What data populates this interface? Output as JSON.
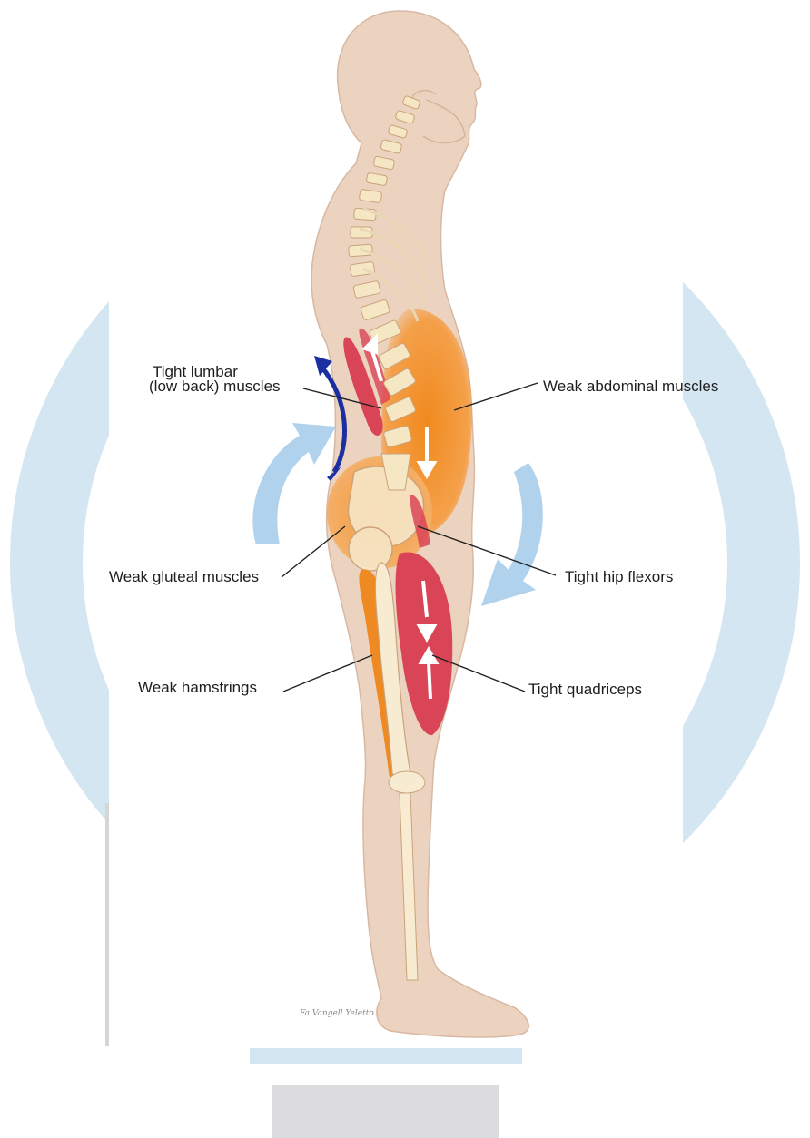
{
  "labels": {
    "tight_lumbar_line1": "Tight lumbar",
    "tight_lumbar_line2": "(low back) muscles",
    "weak_abdominal": "Weak abdominal muscles",
    "weak_gluteal": "Weak gluteal muscles",
    "tight_hip_flexors": "Tight hip flexors",
    "weak_hamstrings": "Weak hamstrings",
    "tight_quadriceps": "Tight quadriceps"
  },
  "signature": "Fa Vangell Yeletto",
  "colors": {
    "skin": "#ecd3c0",
    "tight_muscle": "#d63a4a",
    "weak_muscle": "#f08a1e",
    "rotation_arrow": "#a9cdea",
    "lumbar_arrow": "#1b2fa0",
    "background_ring": "#d4e6f1"
  },
  "icons": [
    "curved-rotation-arrow-icon",
    "double-headed-arrow-icon"
  ]
}
